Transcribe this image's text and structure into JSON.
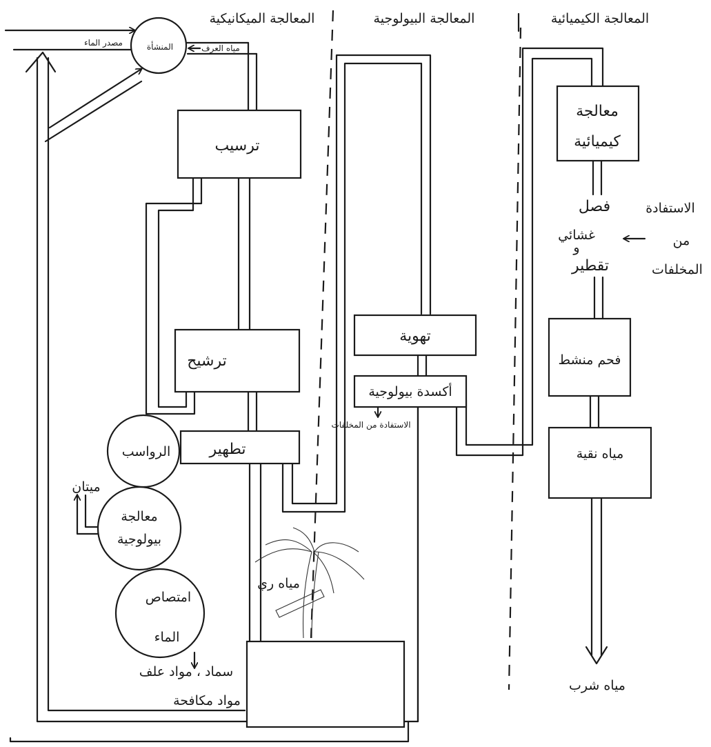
{
  "headers": {
    "chemical": "المعالجة الكيميائية",
    "biological": "المعالجة البيولوجية",
    "mechanical": "المعالجة الميكانيكية"
  },
  "inlet": {
    "plant": "المنشأة",
    "water_source": "مصدر الماء",
    "sewage_water": "مياه العرف"
  },
  "mechanical": {
    "sedimentation": "ترسيب",
    "filtration": "ترشيح",
    "disinfection": "تطهير",
    "irrigation_water": "مياه ري"
  },
  "sludge": {
    "sediments": "الرواسب",
    "methane": "ميتان",
    "bio_treatment_line1": "معالجة",
    "bio_treatment_line2": "بيولوجية",
    "absorption_line1": "امتصاص",
    "absorption_line2": "الماء",
    "products_line1": "سماد ، مواد علف",
    "products_line2": "مواد مكافحة"
  },
  "biological": {
    "aeration": "تهوية",
    "bio_oxidation": "أكسدة بيولوجية",
    "waste_recovery": "الاستفادة من المخلفات"
  },
  "chemical": {
    "chem_treatment_line1": "معالجة",
    "chem_treatment_line2": "كيميائية",
    "membrane_line1": "فصل",
    "membrane_line2": "غشائي",
    "membrane_line3": "و",
    "membrane_line4": "تقطير",
    "recovery_line1": "الاستفادة",
    "recovery_line2": "من",
    "recovery_line3": "المخلفات",
    "activated_carbon": "فحم منشط",
    "pure_water": "مياه نقية",
    "drinking_water": "مياه شرب"
  }
}
